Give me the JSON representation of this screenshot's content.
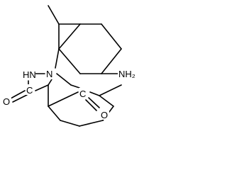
{
  "molecule": {
    "atoms": {
      "nh": "HN",
      "n": "N",
      "nh2": "NH₂",
      "c_carbonyl_left": "C",
      "c_carbonyl_right": "C",
      "o_left": "O",
      "o_right": "O"
    }
  }
}
